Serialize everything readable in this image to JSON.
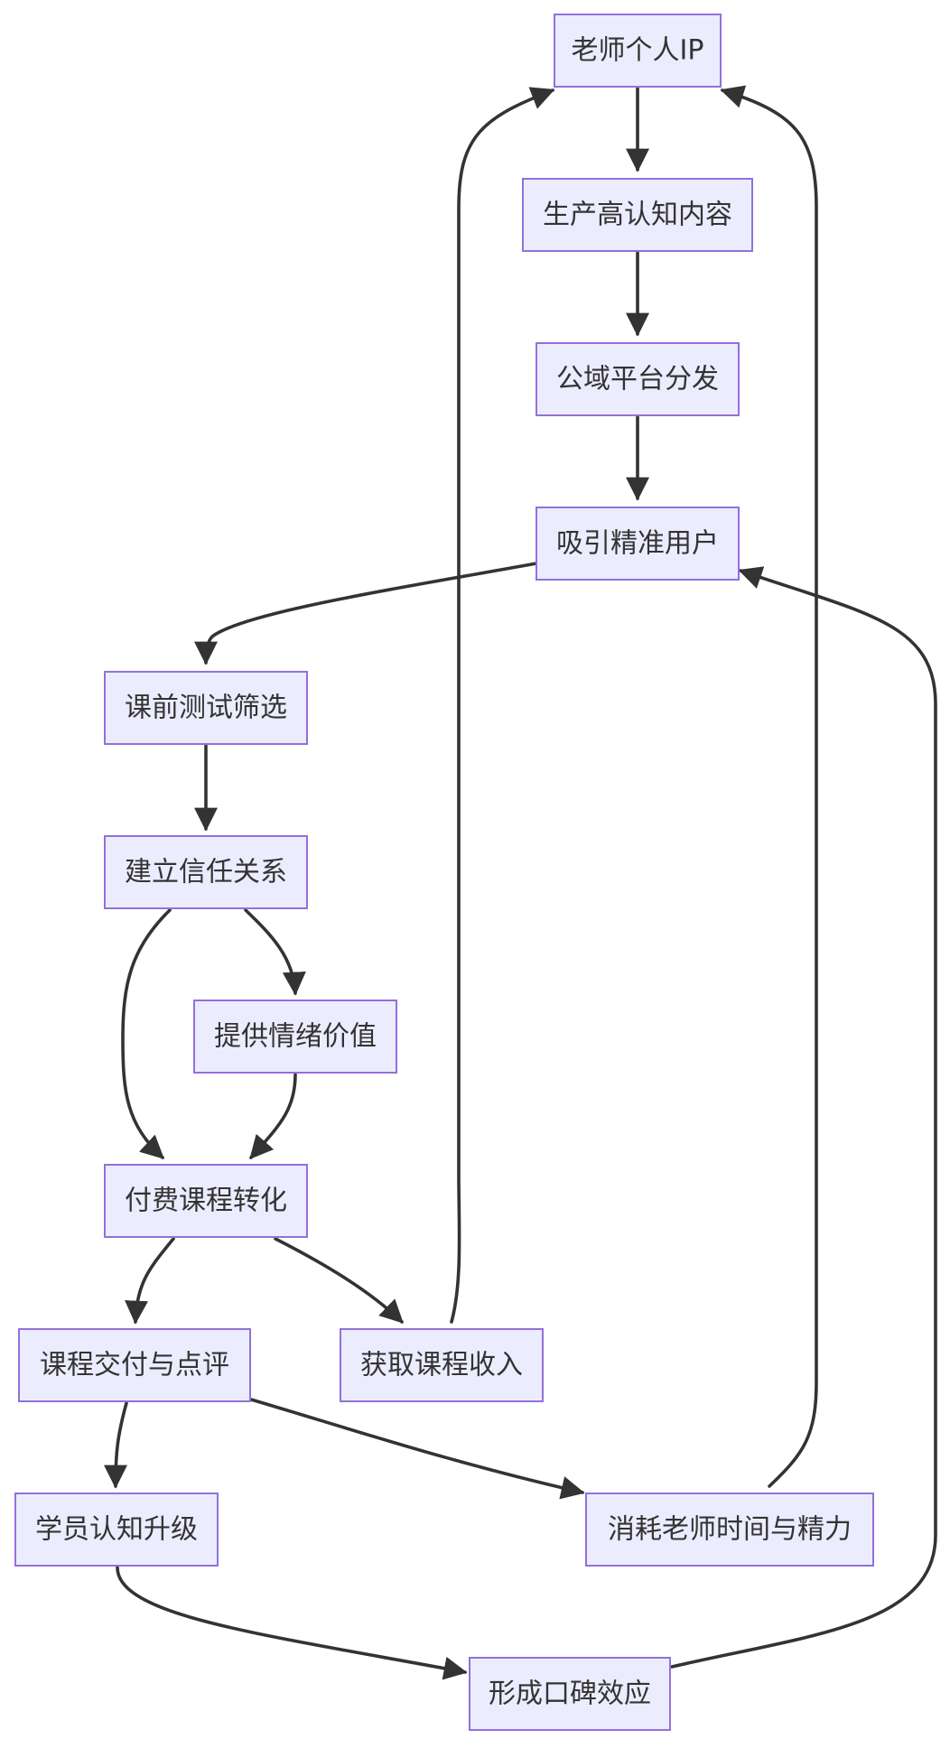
{
  "diagram": {
    "type": "flowchart",
    "nodes": {
      "teacher_ip": "老师个人IP",
      "produce_content": "生产高认知内容",
      "public_distribution": "公域平台分发",
      "attract_users": "吸引精准用户",
      "pre_course_test": "课前测试筛选",
      "build_trust": "建立信任关系",
      "emotional_value": "提供情绪价值",
      "paid_conversion": "付费课程转化",
      "course_delivery": "课程交付与点评",
      "course_income": "获取课程收入",
      "student_upgrade": "学员认知升级",
      "consume_time": "消耗老师时间与精力",
      "word_of_mouth": "形成口碑效应"
    },
    "edges": [
      {
        "from": "teacher_ip",
        "to": "produce_content"
      },
      {
        "from": "produce_content",
        "to": "public_distribution"
      },
      {
        "from": "public_distribution",
        "to": "attract_users"
      },
      {
        "from": "attract_users",
        "to": "pre_course_test"
      },
      {
        "from": "pre_course_test",
        "to": "build_trust"
      },
      {
        "from": "build_trust",
        "to": "emotional_value"
      },
      {
        "from": "build_trust",
        "to": "paid_conversion"
      },
      {
        "from": "emotional_value",
        "to": "paid_conversion"
      },
      {
        "from": "paid_conversion",
        "to": "course_delivery"
      },
      {
        "from": "paid_conversion",
        "to": "course_income"
      },
      {
        "from": "course_delivery",
        "to": "student_upgrade"
      },
      {
        "from": "course_delivery",
        "to": "consume_time"
      },
      {
        "from": "student_upgrade",
        "to": "word_of_mouth"
      },
      {
        "from": "course_income",
        "to": "teacher_ip"
      },
      {
        "from": "consume_time",
        "to": "teacher_ip"
      },
      {
        "from": "word_of_mouth",
        "to": "attract_users"
      }
    ]
  }
}
